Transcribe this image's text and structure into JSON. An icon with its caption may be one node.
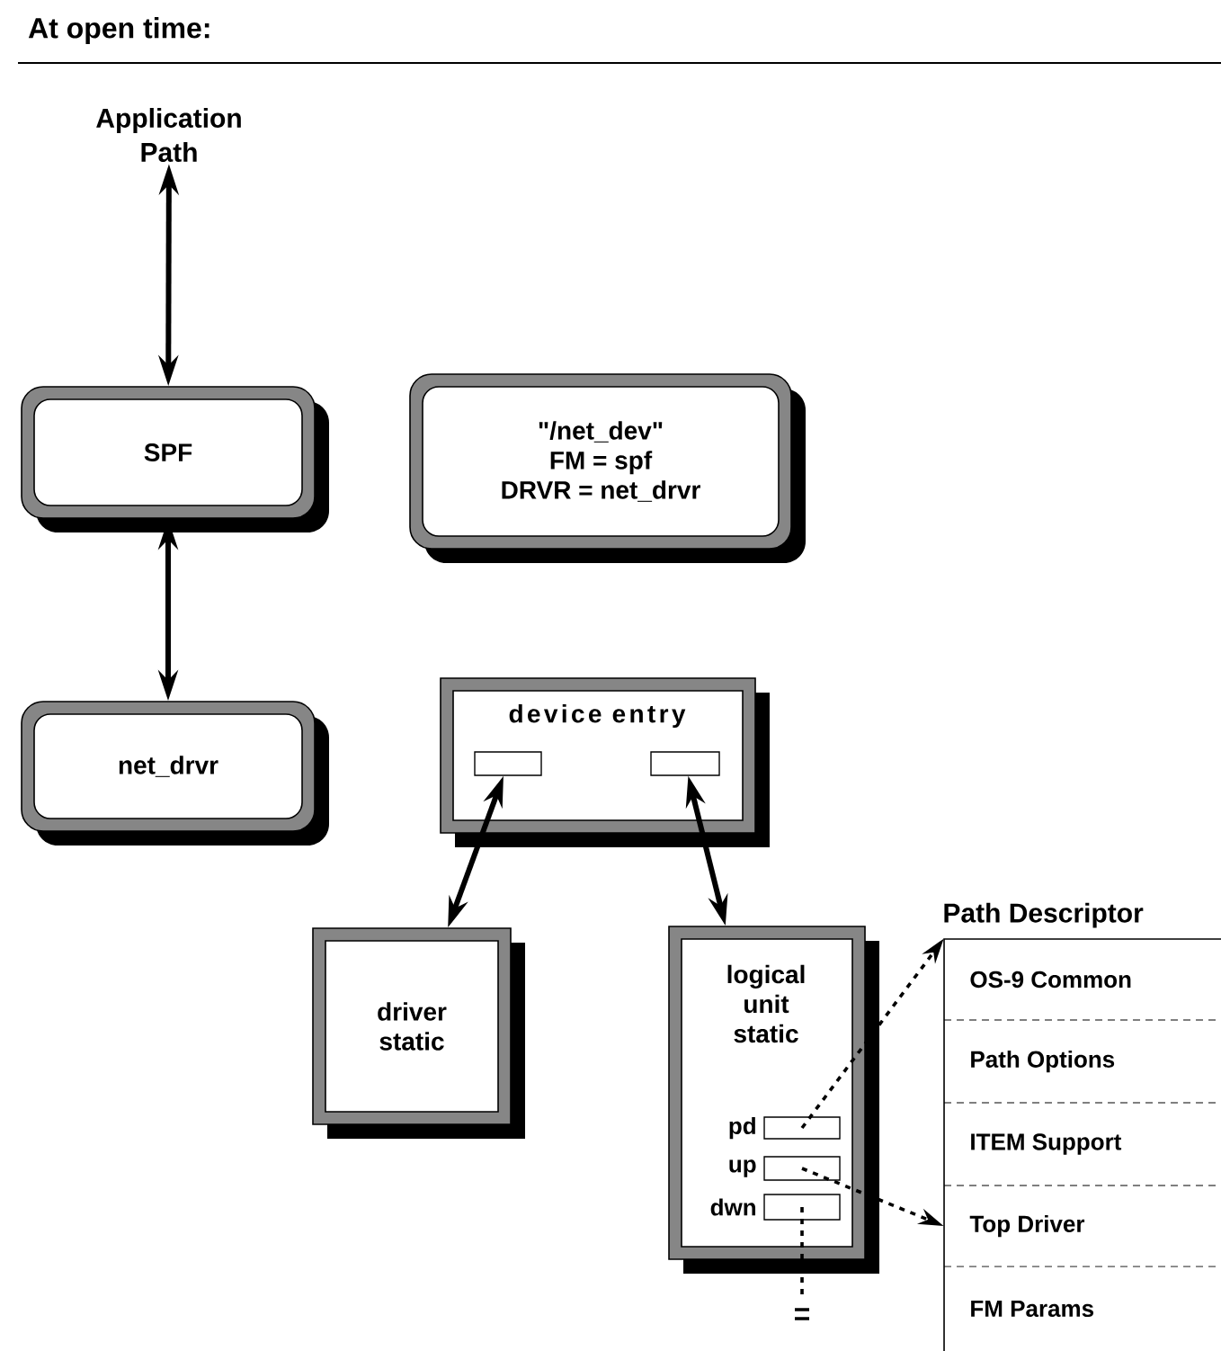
{
  "diagram": {
    "title": "At open time:",
    "nodes": [
      {
        "text": [
          "Application Path"
        ]
      },
      {
        "text": [
          "SPF"
        ]
      },
      {
        "text": [
          "\"/net_dev\"",
          "FM = spf",
          "DRVR = net_drvr"
        ]
      },
      {
        "text": [
          "net_drvr"
        ]
      },
      {
        "text": [
          "device entry"
        ]
      },
      {
        "text": [],
        "shape": "box",
        "in": 4
      },
      {
        "text": [],
        "shape": "box",
        "in": 4
      },
      {
        "text": [
          "driver static"
        ]
      },
      {
        "text": [
          "logical unit static"
        ]
      },
      {
        "text": [],
        "shape": "box",
        "in": 8,
        "beside": [
          "pd"
        ]
      },
      {
        "text": [],
        "shape": "box",
        "in": 8,
        "beside": [
          "up"
        ]
      },
      {
        "text": [],
        "shape": "box",
        "in": 8,
        "beside": [
          "dwn"
        ]
      },
      {
        "text": [
          "Path Descriptor"
        ]
      },
      {
        "text": [
          "OS-9 Common"
        ],
        "in": 12
      },
      {
        "text": [
          "Path Options"
        ],
        "in": 12
      },
      {
        "text": [
          "ITEM Support"
        ],
        "in": 12
      },
      {
        "text": [
          "Top Driver"
        ],
        "in": 12
      },
      {
        "text": [
          "FM Params"
        ],
        "in": 12
      }
    ],
    "edges": [
      {
        "from": 0,
        "to": 1,
        "arrow": "both"
      },
      {
        "from": 1,
        "to": 3,
        "arrow": "both"
      },
      {
        "from": 5,
        "to": 7,
        "arrow": "both"
      },
      {
        "from": 6,
        "to": 8,
        "arrow": "both"
      },
      {
        "from": 9,
        "to": 12,
        "arrow": "to",
        "style": "dashed"
      },
      {
        "from": 10,
        "to": 16,
        "arrow": "to",
        "style": "dashed"
      },
      {
        "from": 11,
        "to": null,
        "arrow": "none",
        "style": "dashed"
      }
    ]
  }
}
